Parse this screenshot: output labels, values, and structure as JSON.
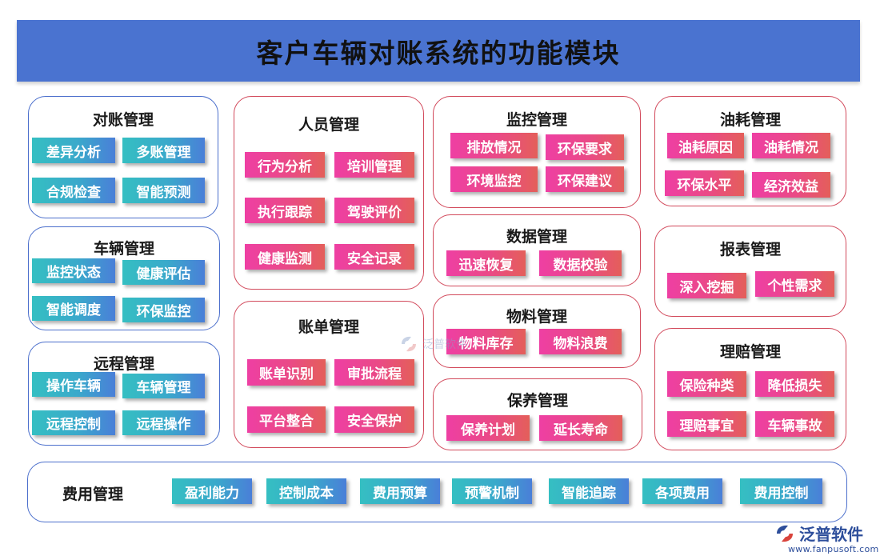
{
  "title": "客户车辆对账系统的功能模块",
  "colors": {
    "banner": "#4a73d0",
    "teal_chip": "#3aa9cb",
    "pink_chip": "#ea4a86",
    "blue_border": "#4b6fcc",
    "red_border": "#d24a5c"
  },
  "modules": {
    "duizhang": {
      "title": "对账管理",
      "items": [
        "差异分析",
        "多账管理",
        "合规检查",
        "智能预测"
      ]
    },
    "cheliang": {
      "title": "车辆管理",
      "items": [
        "监控状态",
        "健康评估",
        "智能调度",
        "环保监控"
      ]
    },
    "yuancheng": {
      "title": "远程管理",
      "items": [
        "操作车辆",
        "车辆管理",
        "远程控制",
        "远程操作"
      ]
    },
    "renyuan": {
      "title": "人员管理",
      "items": [
        "行为分析",
        "培训管理",
        "执行跟踪",
        "驾驶评价",
        "健康监测",
        "安全记录"
      ]
    },
    "zhangdan": {
      "title": "账单管理",
      "items": [
        "账单识别",
        "审批流程",
        "平台整合",
        "安全保护"
      ]
    },
    "jiankong": {
      "title": "监控管理",
      "items": [
        "排放情况",
        "环保要求",
        "环境监控",
        "环保建议"
      ]
    },
    "shuju": {
      "title": "数据管理",
      "items": [
        "迅速恢复",
        "数据校验"
      ]
    },
    "wuliao": {
      "title": "物料管理",
      "items": [
        "物料库存",
        "物料浪费"
      ]
    },
    "baoyang": {
      "title": "保养管理",
      "items": [
        "保养计划",
        "延长寿命"
      ]
    },
    "youhao": {
      "title": "油耗管理",
      "items": [
        "油耗原因",
        "油耗情况",
        "环保水平",
        "经济效益"
      ]
    },
    "baobiao": {
      "title": "报表管理",
      "items": [
        "深入挖掘",
        "个性需求"
      ]
    },
    "lipei": {
      "title": "理赔管理",
      "items": [
        "保险种类",
        "降低损失",
        "理赔事宜",
        "车辆事故"
      ]
    },
    "feiyong": {
      "title": "费用管理",
      "items": [
        "盈利能力",
        "控制成本",
        "费用预算",
        "预警机制",
        "智能追踪",
        "各项费用",
        "费用控制"
      ]
    }
  },
  "watermark": "泛普软件",
  "logo": {
    "name": "泛普软件",
    "url": "www.fanpusoft.com",
    "icon": "fanpu-logo-icon"
  }
}
